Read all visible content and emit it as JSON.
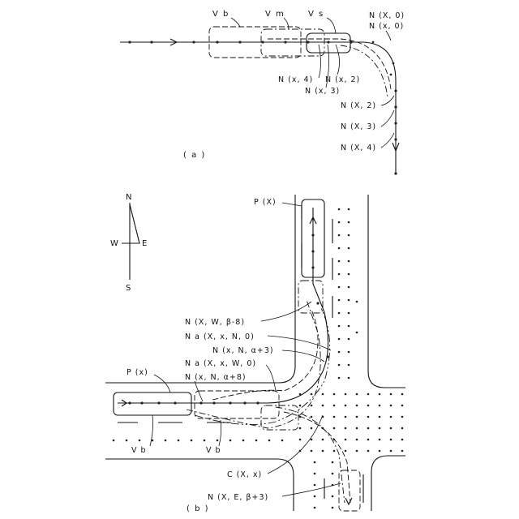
{
  "panel_a": {
    "caption": "( a )",
    "vehicle_labels": [
      "V b",
      "V m",
      "V s"
    ],
    "node_labels": {
      "N_X_0": "N (X,  0)",
      "N_x_0": "N (x,  0)",
      "N_x_4": "N (x, 4)",
      "N_x_2": "N (x, 2)",
      "N_x_3": "N (x, 3)",
      "N_X_2": "N (X, 2)",
      "N_X_3": "N (X, 3)",
      "N_X_4": "N (X, 4)"
    }
  },
  "panel_b": {
    "caption": "( b )",
    "compass": {
      "north": "N",
      "west": "W",
      "east": "E",
      "south": "S"
    },
    "labels": {
      "P_X": "P (X)",
      "P_x": "P (x)",
      "Vb_left": "V b",
      "Vb_mid": "V b",
      "N_XWb8": "N (X, W, β-8)",
      "Na_XxN0": "N a (X, x, N,  0)",
      "N_xNa3": "N (x, N,  α+3)",
      "Na_XxW0": "N a (X, x, W,  0)",
      "N_xNa8": "N (x, N,  α+8)",
      "C_Xx": "C (X, x)",
      "N_XEb3": "N (X, E, β+3)"
    }
  }
}
